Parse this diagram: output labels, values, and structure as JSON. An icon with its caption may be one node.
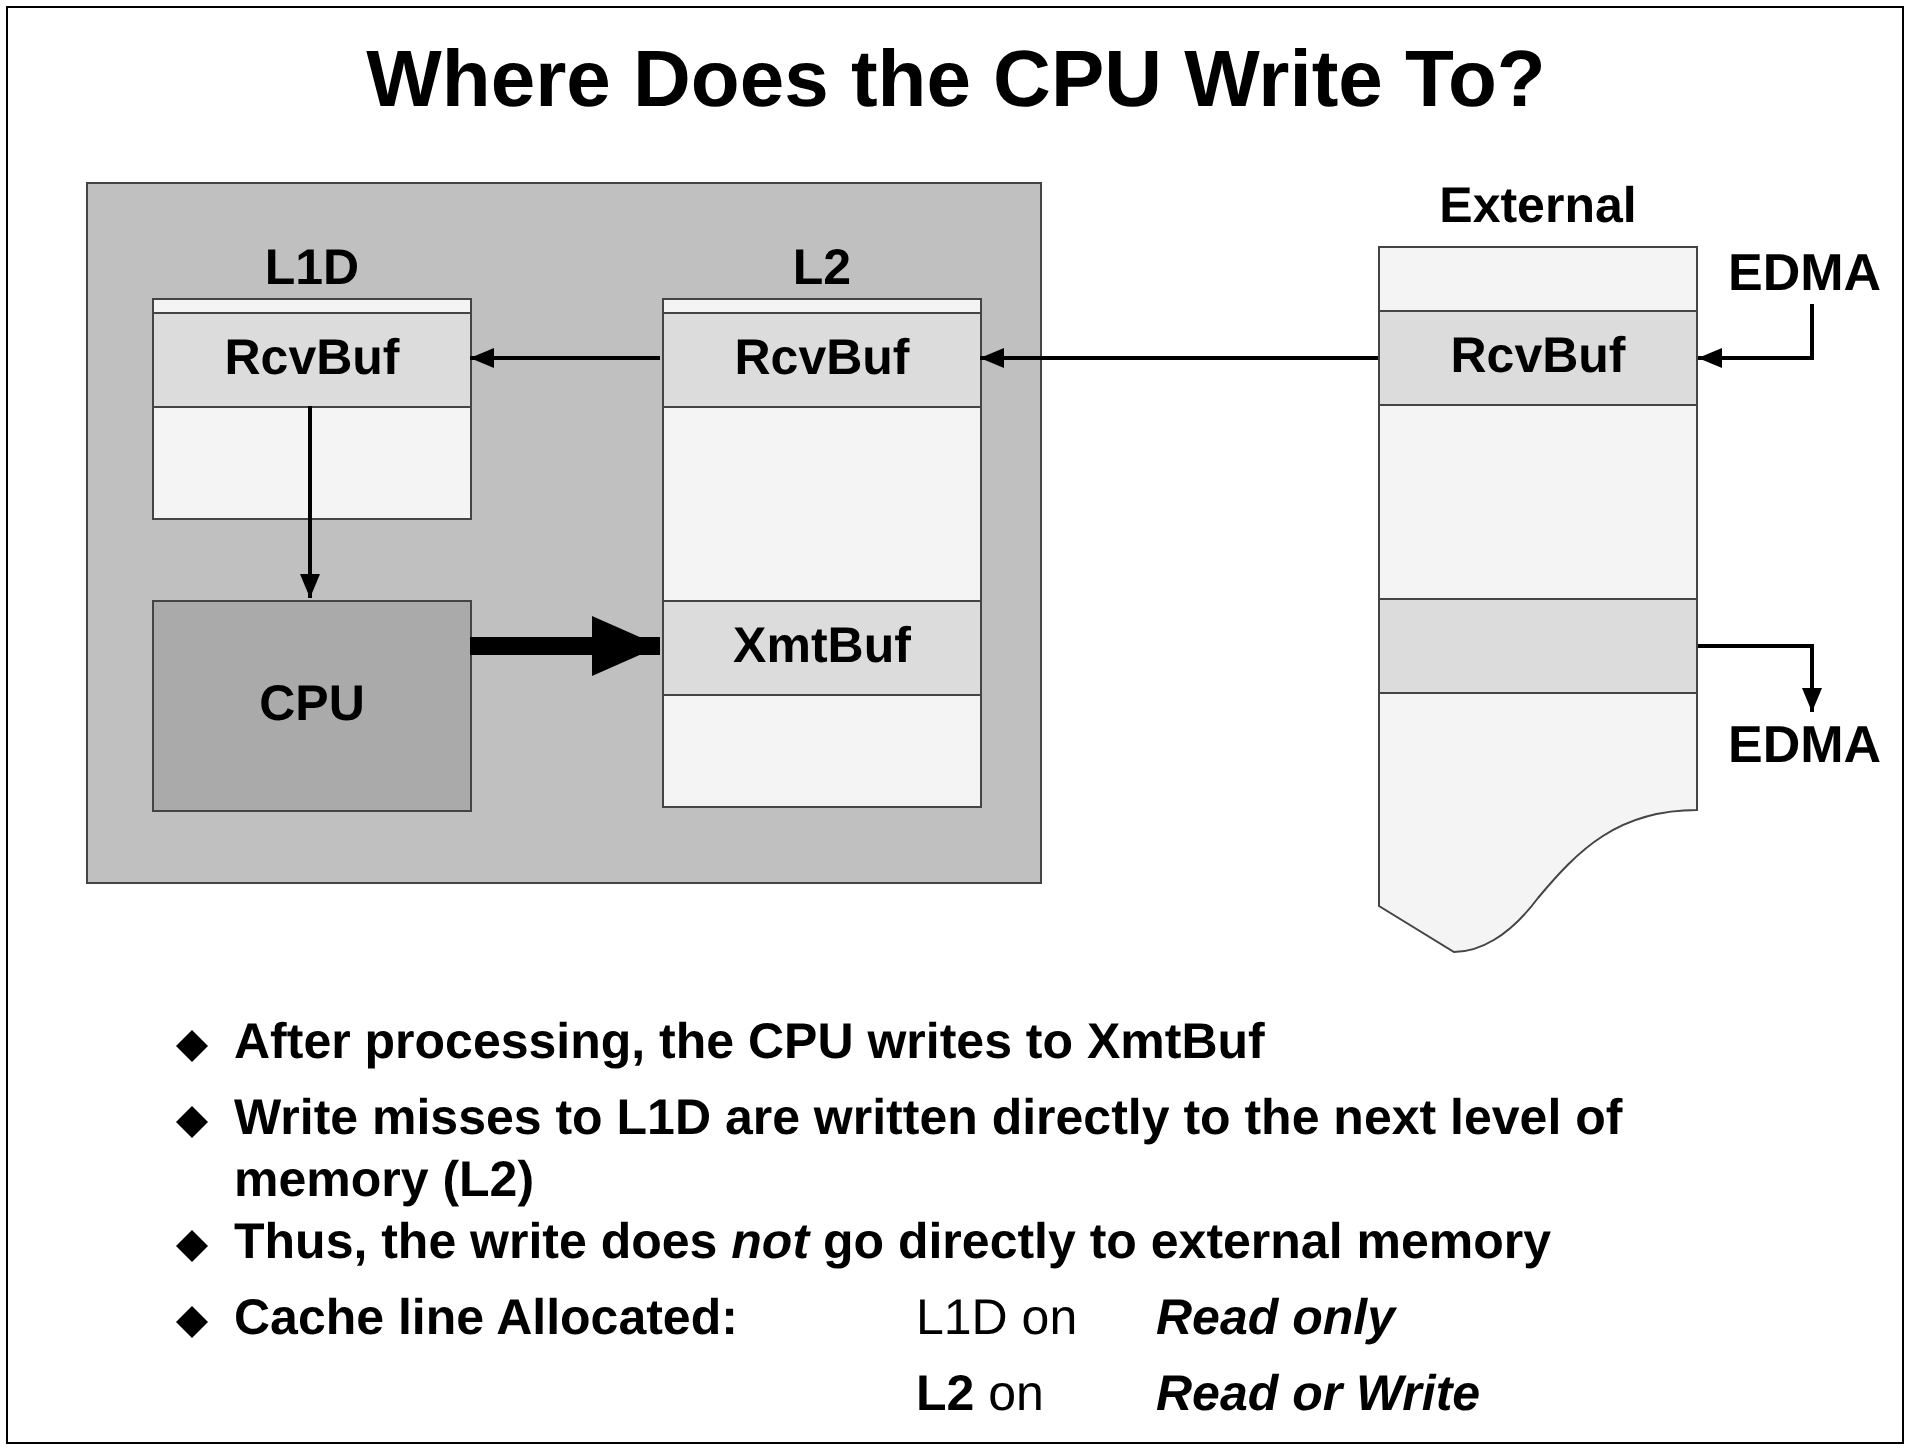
{
  "diagram": {
    "title": "Where Does the CPU Write To?",
    "nodes": [
      {
        "text": [],
        "shape": "box"
      },
      {
        "text": [
          "L1D"
        ],
        "in": 0
      },
      {
        "text": [
          "RcvBuf"
        ],
        "in": 1
      },
      {
        "text": [
          "L2"
        ],
        "in": 0
      },
      {
        "text": [
          "RcvBuf"
        ],
        "in": 3
      },
      {
        "text": [
          "XmtBuf"
        ],
        "in": 3
      },
      {
        "text": [
          "CPU"
        ],
        "in": 0
      },
      {
        "text": [
          "External"
        ]
      },
      {
        "text": [
          "RcvBuf"
        ],
        "in": 7
      },
      {
        "text": [],
        "shape": "bar",
        "in": 7
      },
      {
        "text": [
          "EDMA"
        ]
      },
      {
        "text": [
          "EDMA"
        ]
      }
    ],
    "edges": [
      {
        "from": 4,
        "to": 2,
        "arrow": "to"
      },
      {
        "from": 8,
        "to": 4,
        "arrow": "to"
      },
      {
        "from": 2,
        "to": 6,
        "arrow": "to"
      },
      {
        "from": 6,
        "to": 5,
        "arrow": "to",
        "style": "thick"
      },
      {
        "from": 10,
        "to": 8,
        "arrow": "to"
      },
      {
        "from": 9,
        "to": 11,
        "arrow": "to"
      }
    ],
    "labels": [
      "After processing, the CPU writes to XmtBuf",
      "Write misses to L1D are written directly to the next level of memory (L2)",
      "Thus, the write does *not* go directly to external memory",
      "Cache line Allocated:",
      "L1D on",
      "Read only",
      "**L2** on",
      "Read or Write"
    ]
  }
}
